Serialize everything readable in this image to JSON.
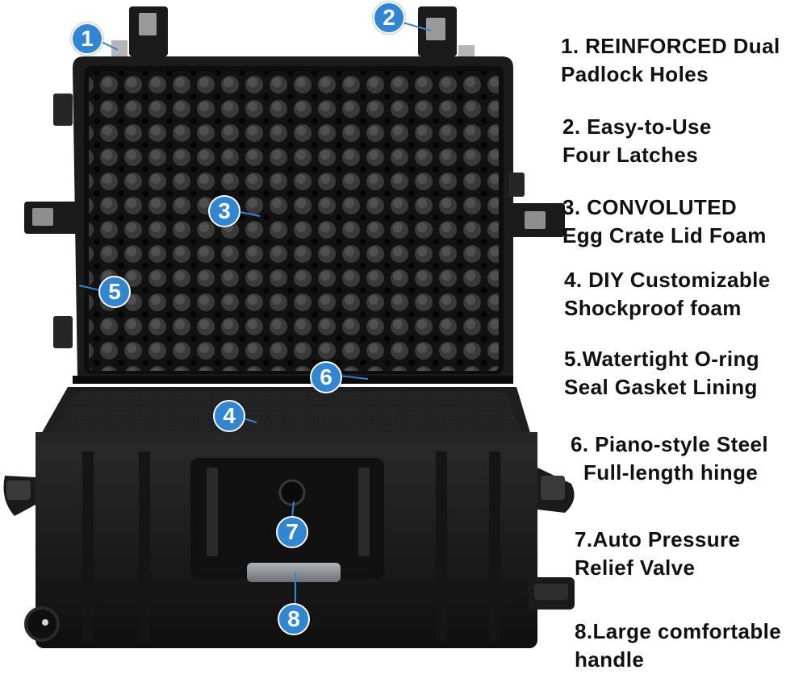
{
  "features": [
    {
      "line1": "1. REINFORCED Dual",
      "line2": "Padlock Holes"
    },
    {
      "line1": "2. Easy-to-Use",
      "line2": "Four Latches"
    },
    {
      "line1": "3. CONVOLUTED",
      "line2": "Egg Crate Lid Foam"
    },
    {
      "line1": "4. DIY Customizable",
      "line2": "Shockproof foam"
    },
    {
      "line1": "5.Watertight O-ring",
      "line2": "Seal Gasket Lining"
    },
    {
      "line1": "6. Piano-style Steel",
      "line2": "Full-length hinge"
    },
    {
      "line1": "7.Auto Pressure",
      "line2": "Relief Valve"
    },
    {
      "line1": "8.Large comfortable",
      "line2": "handle"
    }
  ],
  "callouts": [
    "1",
    "2",
    "3",
    "4",
    "5",
    "6",
    "7",
    "8"
  ],
  "colors": {
    "callout": "#2f86d4",
    "case_body": "#1c1c1c",
    "foam": "#141414",
    "handle": "#8e9194",
    "text": "#111111"
  }
}
